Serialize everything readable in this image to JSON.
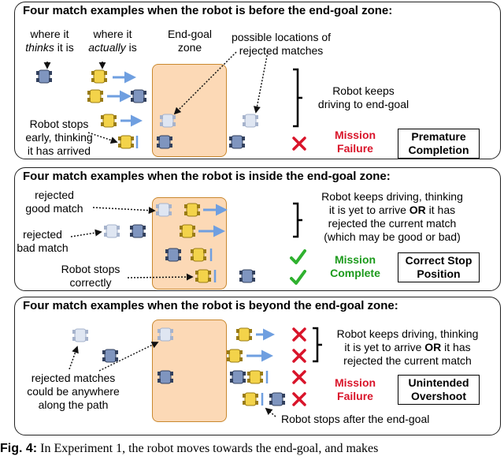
{
  "panels": [
    {
      "title": "Four match examples when the robot is before the end-goal zone:",
      "where_thinks_pre": "where it",
      "where_thinks_em": "thinks",
      "where_thinks_post": "it is",
      "where_actually_pre": "where it",
      "where_actually_em": "actually",
      "where_actually_post": "is",
      "zone_label_1": "End-goal",
      "zone_label_2": "zone",
      "possible_1": "possible locations of",
      "possible_2": "rejected matches",
      "keeps_1": "Robot keeps",
      "keeps_2": "driving to end-goal",
      "stops_1": "Robot stops",
      "stops_2": "early, thinking",
      "stops_3": "it has arrived",
      "status_1": "Mission",
      "status_2": "Failure",
      "result_1": "Premature",
      "result_2": "Completion"
    },
    {
      "title": "Four match examples when the robot is inside the end-goal zone:",
      "rej_good_1": "rejected",
      "rej_good_2": "good match",
      "rej_bad_1": "rejected",
      "rej_bad_2": "bad match",
      "stops_1": "Robot stops",
      "stops_2": "correctly",
      "keeps_1": "Robot keeps driving, thinking",
      "keeps_2_pre": "it is yet to arrive ",
      "keeps_2_or": "OR",
      "keeps_2_post": " it has",
      "keeps_3": "rejected the current match",
      "keeps_4": "(which may be good or bad)",
      "status_1": "Mission",
      "status_2": "Complete",
      "result_1": "Correct Stop",
      "result_2": "Position"
    },
    {
      "title": "Four match examples when the robot is beyond the end-goal zone:",
      "keeps_1": "Robot keeps driving, thinking",
      "keeps_2_pre": "it is yet to arrive ",
      "keeps_2_or": "OR",
      "keeps_2_post": " it has",
      "keeps_3": "rejected the current match",
      "rej_1": "rejected matches",
      "rej_2": "could be anywhere",
      "rej_3": "along the path",
      "status_1": "Mission",
      "status_2": "Failure",
      "result_1": "Unintended",
      "result_2": "Overshoot",
      "stops_after": "Robot stops after the end-goal"
    }
  ],
  "caption": {
    "label": "Fig. 4:",
    "text": " In Experiment 1, the robot moves towards the end-goal, and makes"
  },
  "colors": {
    "zone_fill": "#fcd9b6",
    "zone_border": "#c9882f",
    "robot_blue": "#7f95bf",
    "robot_yellow": "#f3d34a",
    "arrow_blue": "#6f9fe0",
    "fail_red": "#d9142a",
    "ok_green": "#1c9a1c"
  }
}
